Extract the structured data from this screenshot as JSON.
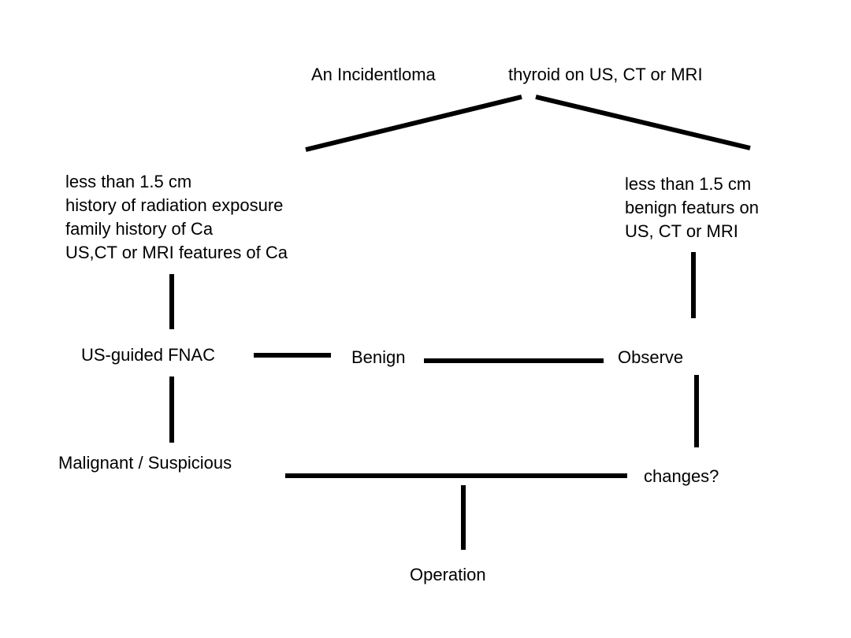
{
  "diagram": {
    "title_left": "An Incidentloma",
    "title_right": "thyroid on US, CT or MRI",
    "left_branch": {
      "lines": [
        "less than 1.5 cm",
        "history of radiation exposure",
        "family history of Ca",
        "US,CT or MRI features of Ca"
      ]
    },
    "right_branch": {
      "lines": [
        "less than 1.5 cm",
        "benign featurs on",
        "US, CT or MRI"
      ]
    },
    "nodes": {
      "fnac": "US-guided FNAC",
      "benign": "Benign",
      "observe": "Observe",
      "malignant": "Malignant / Suspicious",
      "changes": "changes?",
      "operation": "Operation"
    },
    "line_color": "#000000"
  }
}
